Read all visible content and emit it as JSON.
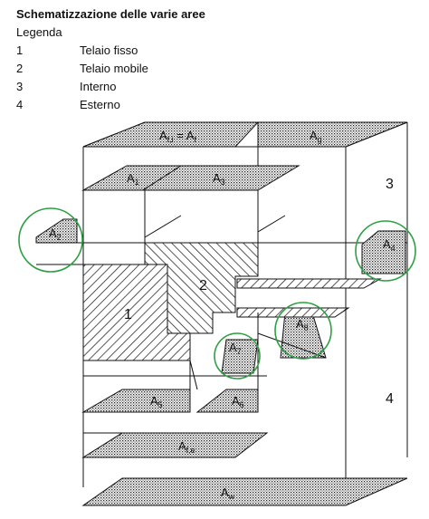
{
  "header": {
    "title": "Schematizzazione delle varie aree",
    "legend_title": "Legenda",
    "legend": [
      {
        "num": "1",
        "text": "Telaio fisso"
      },
      {
        "num": "2",
        "text": "Telaio mobile"
      },
      {
        "num": "3",
        "text": "Interno"
      },
      {
        "num": "4",
        "text": "Esterno"
      }
    ]
  },
  "diagram": {
    "parts": {
      "fixed_frame": "1",
      "sash": "2",
      "interior": "3",
      "exterior": "4"
    },
    "areas": {
      "a_fi_eq": {
        "main": "A",
        "sub": "f,i",
        "eq": " = ",
        "main2": "A",
        "sub2": "f"
      },
      "a_g": {
        "main": "A",
        "sub": "g"
      },
      "a_1": {
        "main": "A",
        "sub": "1"
      },
      "a_3": {
        "main": "A",
        "sub": "3"
      },
      "a_2": {
        "main": "A",
        "sub": "2"
      },
      "a_4": {
        "main": "A",
        "sub": "4"
      },
      "a_8": {
        "main": "A",
        "sub": "8"
      },
      "a_7": {
        "main": "A",
        "sub": "7"
      },
      "a_5": {
        "main": "A",
        "sub": "5"
      },
      "a_6": {
        "main": "A",
        "sub": "6"
      },
      "a_fe": {
        "main": "A",
        "sub": "f,e"
      },
      "a_w": {
        "main": "A",
        "sub": "w"
      }
    },
    "colors": {
      "highlight_circle": "#2ea043",
      "line": "#111111"
    }
  }
}
